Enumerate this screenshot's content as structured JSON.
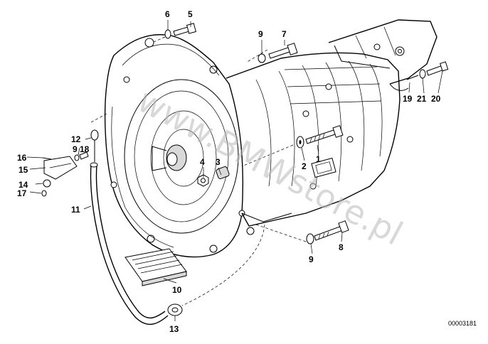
{
  "watermark": "www.BMWstore.pl",
  "document_number": "00003181",
  "callouts": [
    {
      "id": "c1",
      "text": "1"
    },
    {
      "id": "c2",
      "text": "2"
    },
    {
      "id": "c3",
      "text": "3"
    },
    {
      "id": "c4",
      "text": "4"
    },
    {
      "id": "c5",
      "text": "5"
    },
    {
      "id": "c6",
      "text": "6"
    },
    {
      "id": "c7",
      "text": "7"
    },
    {
      "id": "c8",
      "text": "8"
    },
    {
      "id": "c9a",
      "text": "9"
    },
    {
      "id": "c9b",
      "text": "9"
    },
    {
      "id": "c9c",
      "text": "9"
    },
    {
      "id": "c10",
      "text": "10"
    },
    {
      "id": "c11",
      "text": "11"
    },
    {
      "id": "c12",
      "text": "12"
    },
    {
      "id": "c13",
      "text": "13"
    },
    {
      "id": "c14",
      "text": "14"
    },
    {
      "id": "c15",
      "text": "15"
    },
    {
      "id": "c16",
      "text": "16"
    },
    {
      "id": "c17",
      "text": "17"
    },
    {
      "id": "c18",
      "text": "18"
    },
    {
      "id": "c19",
      "text": "19"
    },
    {
      "id": "c20",
      "text": "20"
    },
    {
      "id": "c21",
      "text": "21"
    }
  ]
}
